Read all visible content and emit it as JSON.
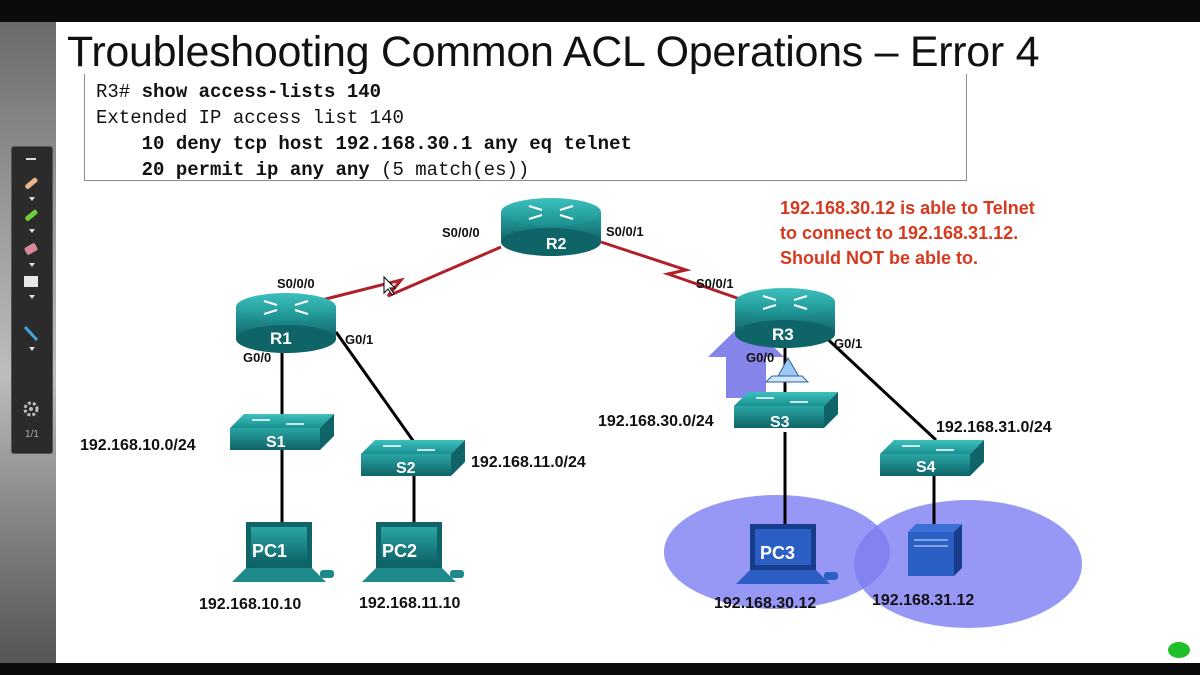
{
  "slide": {
    "title": "Troubleshooting Common ACL Operations – Error 4"
  },
  "cli": {
    "line1_prompt": "R3# ",
    "line1_cmd": "show access-lists 140",
    "line2": "Extended IP access list 140",
    "line3": "    10 deny tcp host 192.168.30.1 any eq telnet",
    "line4_bold": "    20 permit ip any any",
    "line4_rest": " (5 match(es))"
  },
  "annotation": {
    "line1": "192.168.30.12 is able to Telnet",
    "line2": "to connect to 192.168.31.12.",
    "line3": "Should NOT be able to.",
    "color": "#d6391d"
  },
  "devices": {
    "r1": "R1",
    "r2": "R2",
    "r3": "R3",
    "s1": "S1",
    "s2": "S2",
    "s3": "S3",
    "s4": "S4",
    "pc1": "PC1",
    "pc2": "PC2",
    "pc3": "PC3"
  },
  "interfaces": {
    "r2_left": "S0/0/0",
    "r2_right": "S0/0/1",
    "r1_serial": "S0/0/0",
    "r1_g00": "G0/0",
    "r1_g01": "G0/1",
    "r3_serial": "S0/0/1",
    "r3_g00": "G0/0",
    "r3_g01": "G0/1"
  },
  "networks": {
    "lan1": "192.168.10.0/24",
    "lan2": "192.168.11.0/24",
    "lan3": "192.168.30.0/24",
    "lan4": "192.168.31.0/24"
  },
  "hosts": {
    "pc1_ip": "192.168.10.10",
    "pc2_ip": "192.168.11.10",
    "pc3_ip": "192.168.30.12",
    "server_ip": "192.168.31.12"
  },
  "toolbar": {
    "page_counter": "1/1"
  },
  "colors": {
    "device_teal": "#1e8a8c",
    "serial_link": "#b0202a",
    "highlight_blue": "#7d7df2"
  }
}
